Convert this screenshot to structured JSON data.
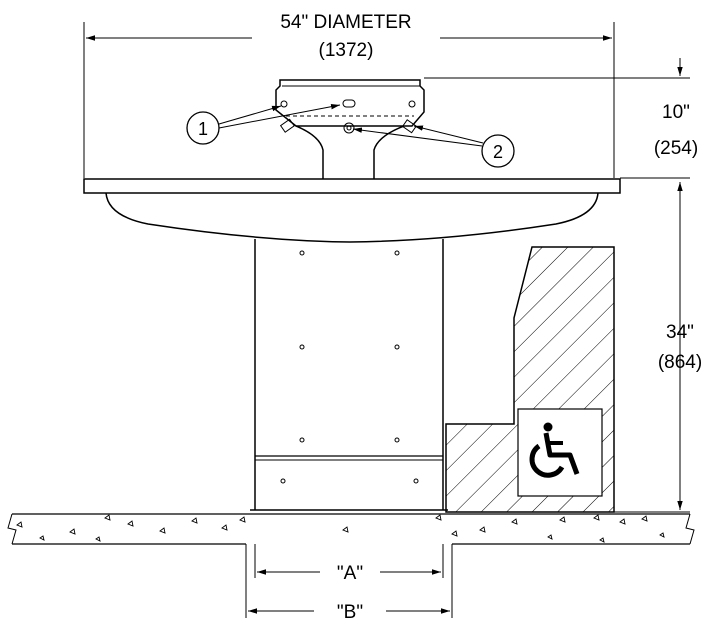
{
  "dimensions": {
    "diameter": {
      "label": "54\" DIAMETER",
      "metric": "(1372)"
    },
    "height_upper": {
      "label": "10\"",
      "metric": "(254)"
    },
    "height_lower": {
      "label": "34\"",
      "metric": "(864)"
    },
    "width_a": {
      "label": "\"A\""
    },
    "width_b": {
      "label": "\"B\""
    }
  },
  "callouts": [
    {
      "number": "1"
    },
    {
      "number": "2"
    }
  ],
  "symbols": {
    "accessibility": "wheelchair-icon"
  },
  "colors": {
    "line": "#000000",
    "background": "#ffffff"
  }
}
